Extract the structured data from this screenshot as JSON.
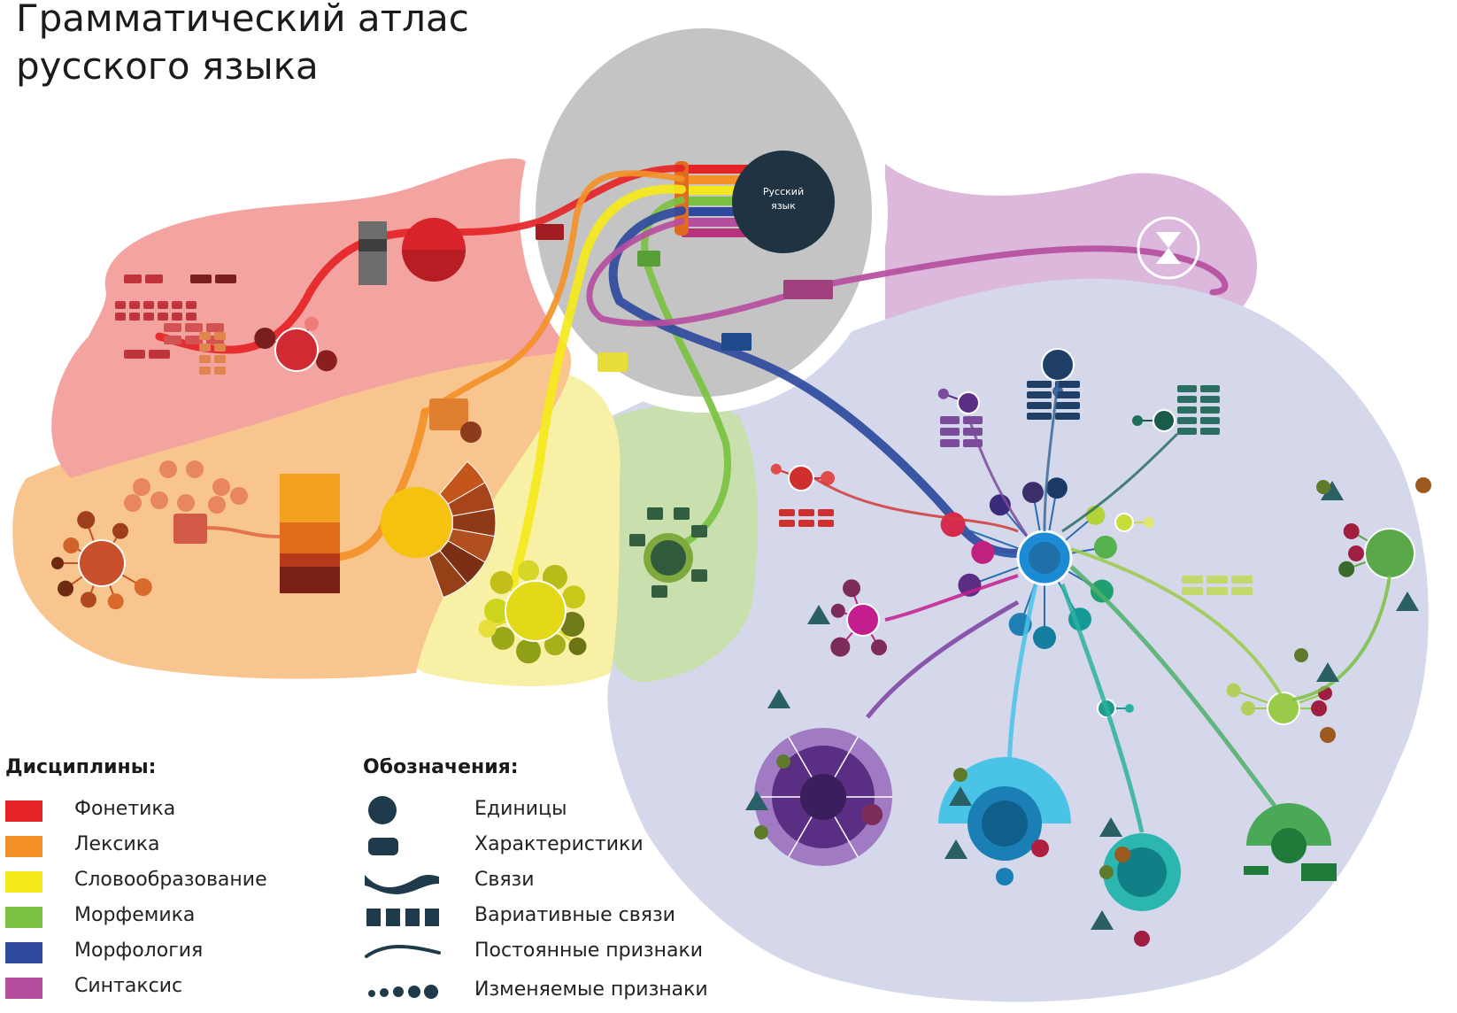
{
  "title": {
    "line1": "Грамматический атлас",
    "line2": "русского языка"
  },
  "center": {
    "label_line1": "Русский",
    "label_line2": "язык"
  },
  "legend_disciplines": {
    "heading": "Дисциплины:",
    "items": [
      {
        "label": "Фонетика",
        "color": "#e52326"
      },
      {
        "label": "Лексика",
        "color": "#f39128"
      },
      {
        "label": "Словообразование",
        "color": "#f5e81a"
      },
      {
        "label": "Морфемика",
        "color": "#7bc142"
      },
      {
        "label": "Морфология",
        "color": "#2e4a9e"
      },
      {
        "label": "Синтаксис",
        "color": "#b64ea0"
      }
    ]
  },
  "legend_symbols": {
    "heading": "Обозначения:",
    "items": [
      {
        "label": "Единицы",
        "icon": "filled-circle-icon"
      },
      {
        "label": "Характеристики",
        "icon": "rounded-rect-icon"
      },
      {
        "label": "Связи",
        "icon": "ribbon-wave-icon"
      },
      {
        "label": "Вариативные связи",
        "icon": "segmented-bar-icon"
      },
      {
        "label": "Постоянные признаки",
        "icon": "thin-wave-icon"
      },
      {
        "label": "Изменяемые признаки",
        "icon": "dotted-line-icon"
      }
    ]
  },
  "colors": {
    "phonetics_bg": "#f3a3a0",
    "lexis_bg": "#f7c58d",
    "wordform_bg": "#f8f0a5",
    "morphemics_bg": "#c9e0ae",
    "morphology_bg": "#d5d8eb",
    "syntax_bg": "#dcb8dc",
    "center_bg": "#c4c4c4",
    "center_node": "#1f3342"
  }
}
